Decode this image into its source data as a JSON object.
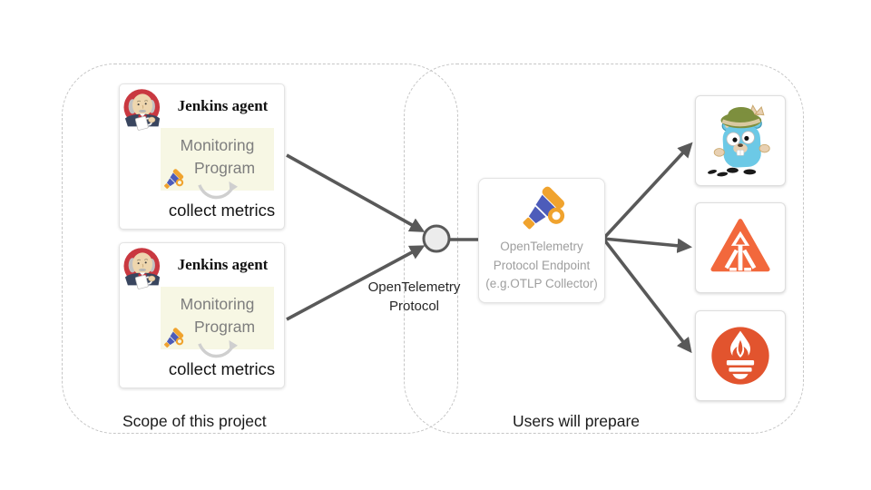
{
  "scope": {
    "label": "Scope of this project",
    "agents": [
      {
        "title": "Jenkins agent",
        "monitoring_line1": "Monitoring",
        "monitoring_line2": "Program",
        "caption": "collect metrics"
      },
      {
        "title": "Jenkins agent",
        "monitoring_line1": "Monitoring",
        "monitoring_line2": "Program",
        "caption": "collect metrics"
      }
    ]
  },
  "protocol_label": {
    "line1": "OpenTelemetry",
    "line2": "Protocol"
  },
  "users": {
    "label": "Users will prepare",
    "endpoint": {
      "line1": "OpenTelemetry",
      "line2": "Protocol Endpoint",
      "line3": "(e.g.OTLP Collector)"
    },
    "backend_icons": [
      "jaeger-gopher-mascot",
      "zipkin-pyramid-arrow-logo",
      "prometheus-torch-logo"
    ]
  },
  "icons": {
    "agent_badge": "jenkins-butler-mascot",
    "monitoring_program": "opentelemetry-telescope",
    "endpoint": "opentelemetry-telescope",
    "loop": "curved-loop-arrow"
  },
  "colors": {
    "arrow": "#595959",
    "dashed_border": "#c6c6c6",
    "program_box_bg": "#f7f7e4",
    "monitoring_text": "#7e7e7e",
    "endpoint_text": "#9e9e9e",
    "otel_blue": "#4d5cba",
    "otel_orange": "#f0a32e",
    "jenkins_red": "#c93840",
    "jaeger_blue": "#6cc9e6",
    "hat_green": "#7d8f3e",
    "pyramid_orange": "#f2683c",
    "prometheus_orange": "#e2542e"
  }
}
